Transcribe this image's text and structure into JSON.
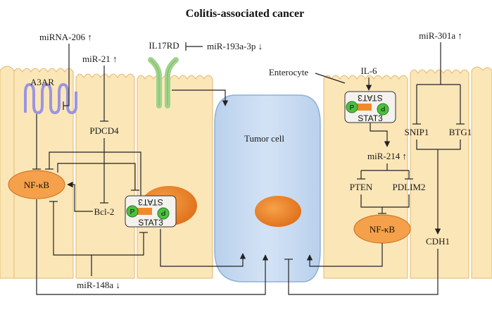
{
  "title": "Colitis-associated cancer",
  "colors": {
    "cell_fill": "#fbe6b8",
    "cell_stroke": "#e2b970",
    "tumor_fill": "#c9dbf0",
    "tumor_stroke": "#8fb1d8",
    "nucleus_fill": "#f08a2a",
    "nfkb_fill": "#f5a04a",
    "stat_green": "#4cc13f",
    "receptor_green": "#9fd38a",
    "a3ar_purple": "#9a95df"
  },
  "icons": {
    "a3ar": "gpcr-seven-transmembrane-icon",
    "il17rd": "il17rd-receptor-icon",
    "stat3_dimer": "phospho-stat3-dimer-icon"
  },
  "labels": {
    "mirna206": "miRNA-206 ↑",
    "mir21": "miR-21 ↑",
    "a3ar": "A3AR",
    "il17rd": "IL17RD",
    "mir193": "miR-193a-3p ↓",
    "pdcd4": "PDCD4",
    "nfkb_left": "NF-κB",
    "bcl2": "Bcl-2",
    "tumor_cell": "Tumor cell",
    "il6": "IL-6",
    "enterocyte": "Enterocyte",
    "mir301a": "miR-301a ↑",
    "mir214": "miR-214 ↑",
    "snip1": "SNIP1",
    "btg1": "BTG1",
    "pten": "PTEN",
    "pdlim2": "PDLIM2",
    "nfkb_right": "NF-κB",
    "cdh1": "CDH1",
    "mir148a": "miR-148a ↓"
  },
  "stat3": {
    "top_label": "STAT3",
    "bottom_label": "STAT3",
    "p1": "P",
    "p2": "P"
  }
}
